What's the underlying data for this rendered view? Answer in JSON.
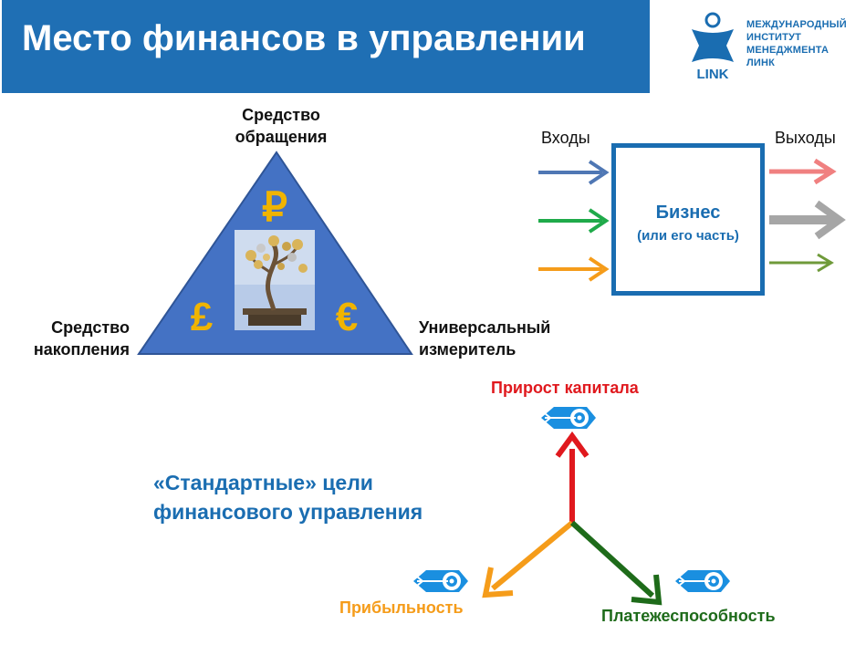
{
  "slide": {
    "title": "Место финансов в управлении"
  },
  "logo": {
    "brand": "LINK",
    "lines": [
      "МЕЖДУНАРОДНЫЙ",
      "ИНСТИТУТ",
      "МЕНЕДЖМЕНТА",
      "ЛИНК"
    ]
  },
  "triangle": {
    "top_label": [
      "Средство",
      "обращения"
    ],
    "left_label": [
      "Средство",
      "накопления"
    ],
    "right_label": [
      "Универсальный",
      "измеритель"
    ],
    "symbols": {
      "ruble": "₽",
      "pound": "£",
      "euro": "€"
    },
    "fill_color": "#4472c4",
    "symbol_color": "#f0b400"
  },
  "business": {
    "inputs_label": "Входы",
    "outputs_label": "Выходы",
    "box_title": "Бизнес",
    "box_subtitle": "(или его часть)",
    "input_arrow_colors": [
      "#4f77b4",
      "#1faa4a",
      "#f59c1a"
    ],
    "output_arrow_colors": [
      "#f08080",
      "#a6a6a6",
      "#6f9a3a"
    ]
  },
  "goals": {
    "heading": [
      "«Стандартные» цели",
      "финансового управления"
    ],
    "capital_growth": {
      "label": "Прирост капитала",
      "color": "#e0191e"
    },
    "profitability": {
      "label": "Прибыльность",
      "color": "#f59c1a"
    },
    "solvency": {
      "label": "Платежеспособность",
      "color": "#1e6b1a"
    }
  }
}
